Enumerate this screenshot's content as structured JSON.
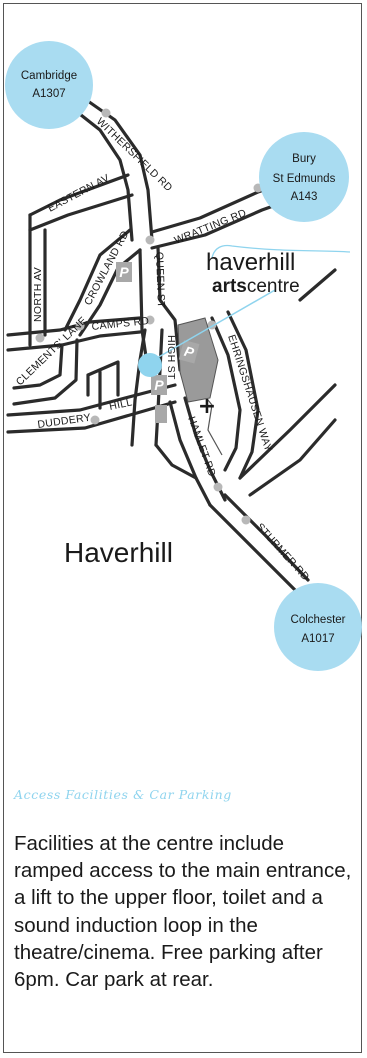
{
  "colors": {
    "town_circle": "#a9dcf1",
    "road": "#2b2b2b",
    "junction_dot": "#b8b8b8",
    "parking_bg": "#a8a8a8",
    "arts_centre_block": "#9a9a9a",
    "location_marker": "#8fd4ee",
    "heading_accent": "#8fd4ee"
  },
  "map": {
    "destinations": [
      {
        "name": "Cambridge",
        "road": "A1307"
      },
      {
        "name": "Bury St Edmunds",
        "name_lines": [
          "Bury",
          "St Edmunds"
        ],
        "road": "A143"
      },
      {
        "name": "Colchester",
        "road": "A1017"
      }
    ],
    "roads": {
      "withersfield": "WITHERSFIELD RD",
      "eastern": "EASTERN AV",
      "north": "NORTH AV",
      "wratting": "WRATTING RD",
      "crowland": "CROWLAND RD",
      "queen": "QUEEN ST",
      "camps": "CAMPS RD",
      "clements": "CLEMENTS' LANE",
      "high": "HIGH ST",
      "ehringshausen": "EHRINGSHAUSEN WAY",
      "duddery": "DUDDERY",
      "hill": "HILL",
      "hamlet": "HAMLET RD",
      "sturmer": "STURMER RD"
    },
    "parking_symbol": "P",
    "church_symbol": "+",
    "logo": {
      "line1": "haverhill",
      "line2_bold": "arts",
      "line2_regular": "centre"
    },
    "town_name": "Haverhill"
  },
  "info": {
    "heading": "Access Facilities & Car Parking",
    "body": "Facilities at the centre include ramped access to the main entrance, a lift to the upper floor, toilet and a sound induction loop in the theatre/cinema. Free parking after 6pm. Car park at rear."
  }
}
